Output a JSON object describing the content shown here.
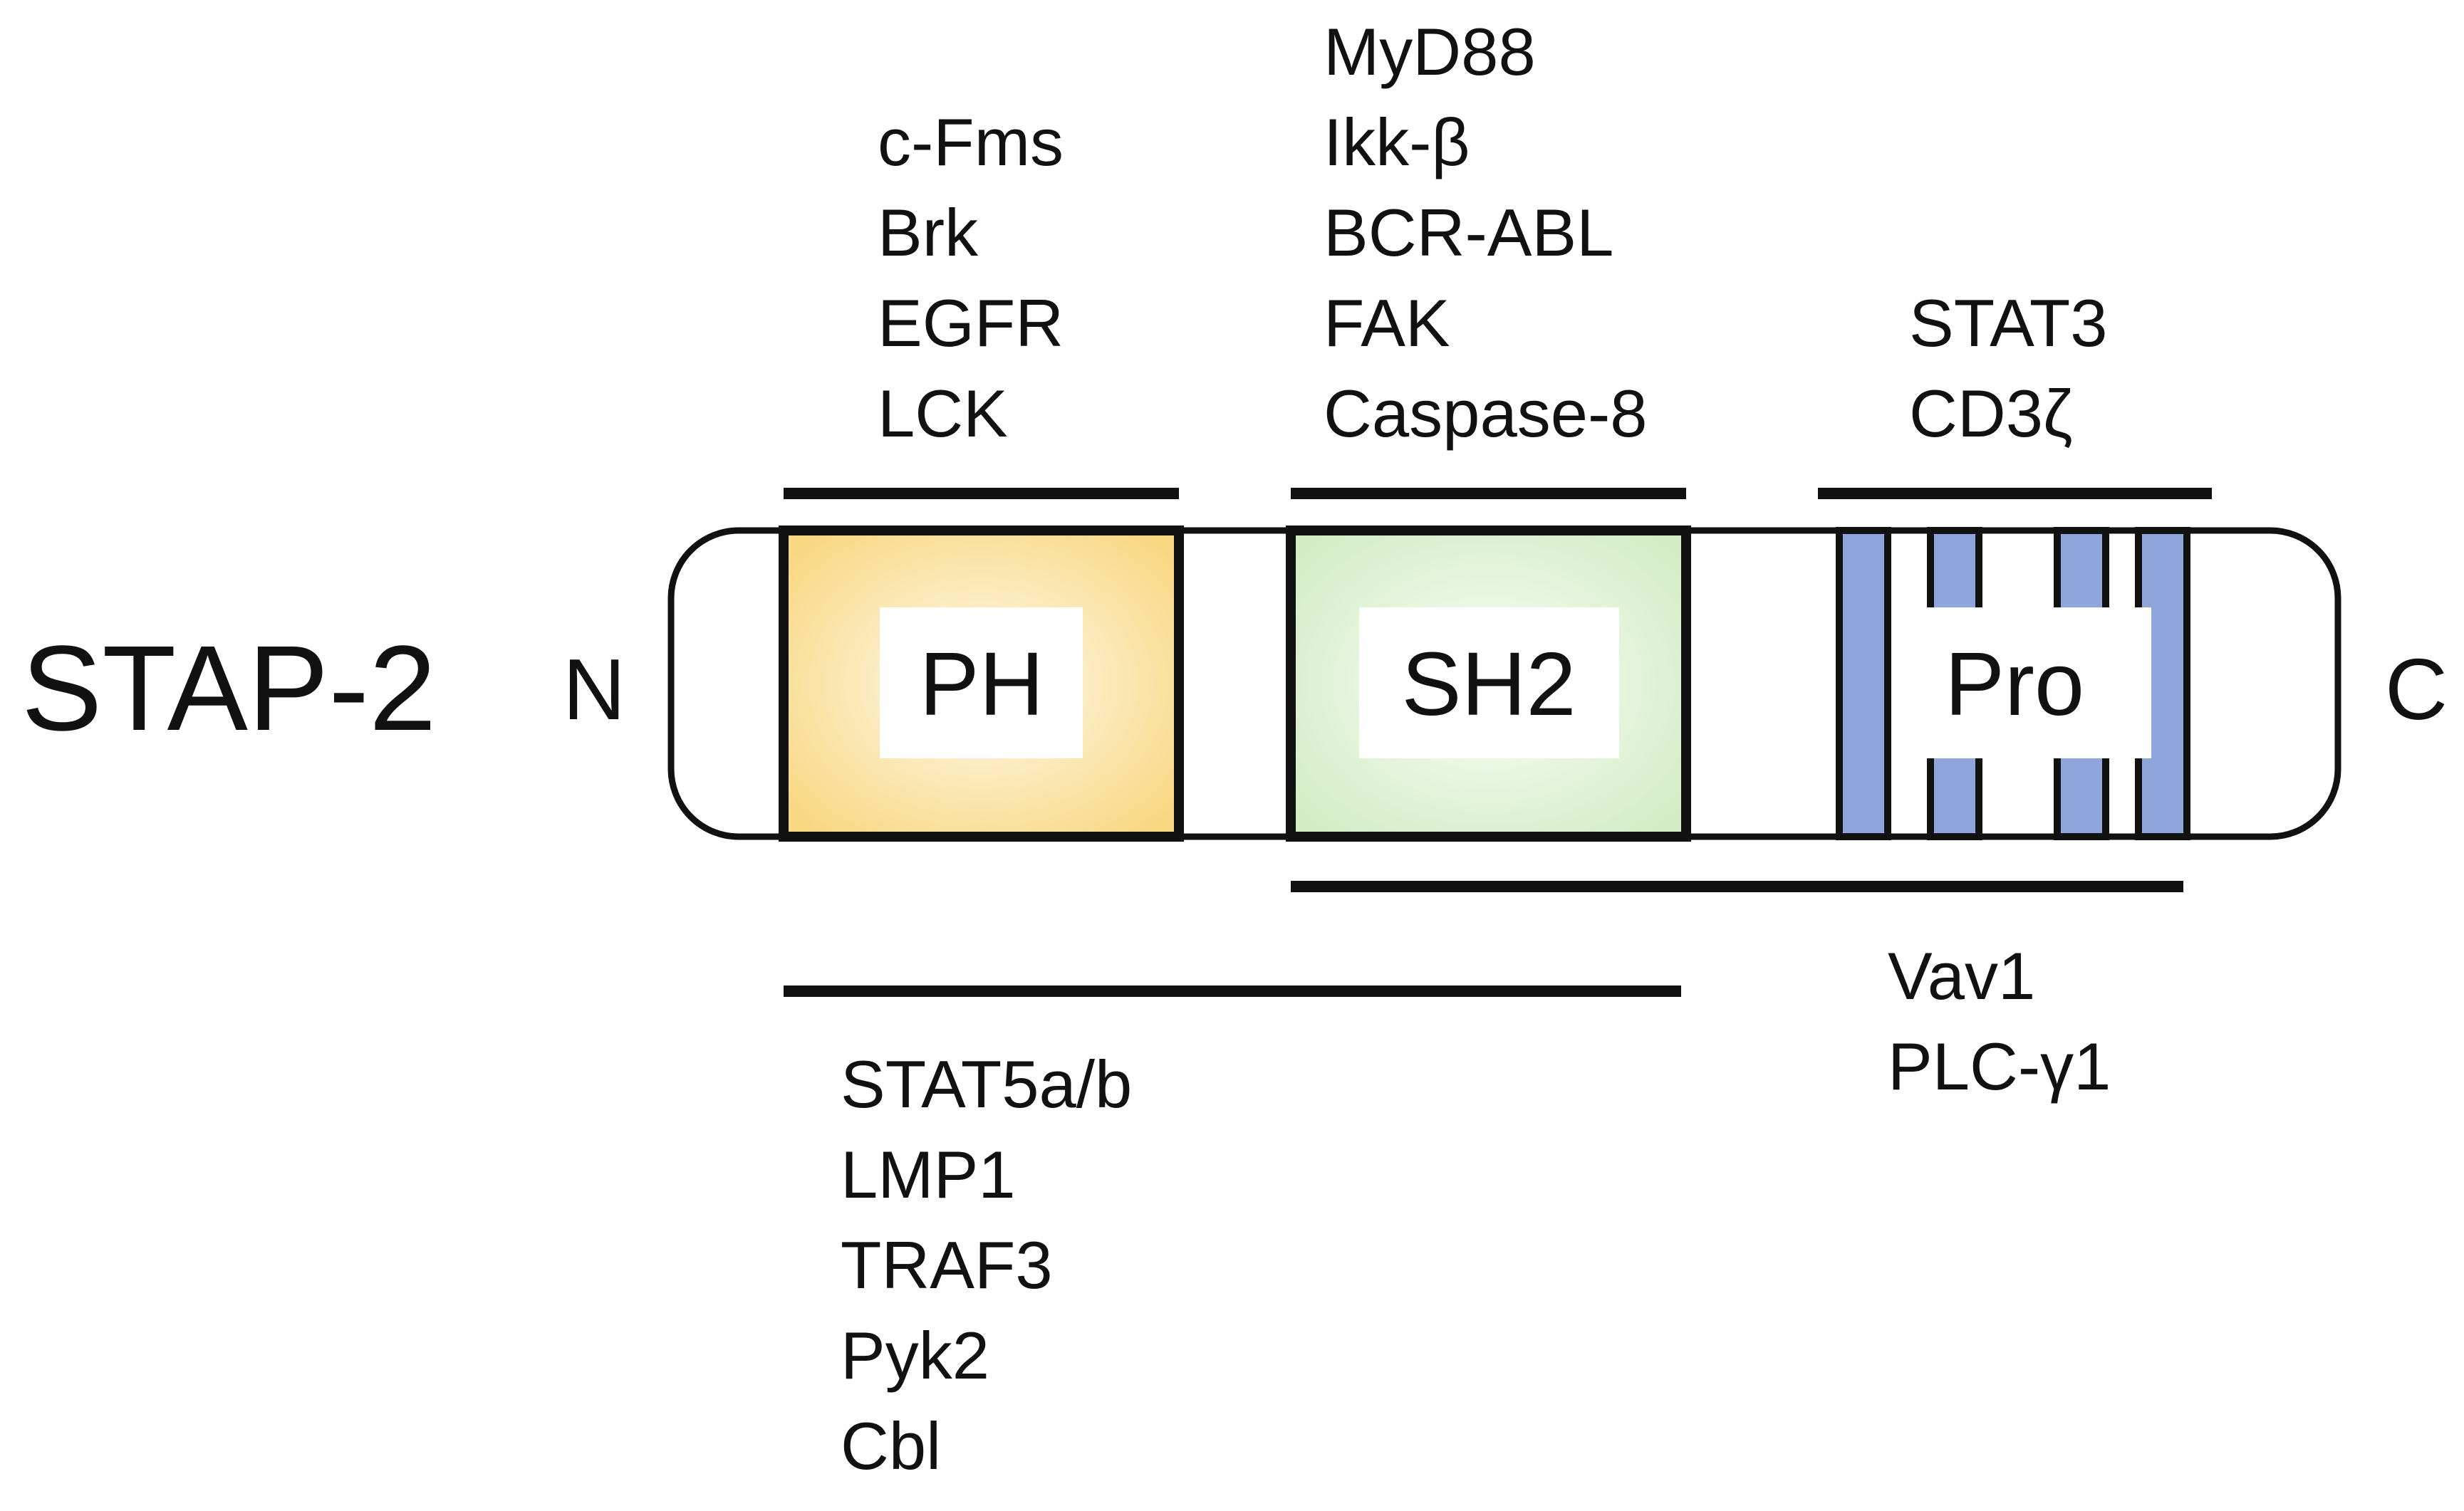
{
  "protein": {
    "name": "STAP-2",
    "n_terminus": "N",
    "c_terminus": "C"
  },
  "domains": {
    "ph": {
      "label": "PH",
      "color": "#f7d77f"
    },
    "sh2": {
      "label": "SH2",
      "color": "#d2ecc4"
    },
    "pro": {
      "label": "Pro",
      "stripe_color": "#8ea6dc"
    }
  },
  "binding_partners": {
    "ph_top": [
      "c-Fms",
      "Brk",
      "EGFR",
      "LCK"
    ],
    "sh2_top": [
      "MyD88",
      "Ikk-β",
      "BCR-ABL",
      "FAK",
      "Caspase-8"
    ],
    "pro_top": [
      "STAT3",
      "CD3ζ"
    ],
    "ph_sh2_bottom": [
      "STAT5a/b",
      "LMP1",
      "TRAF3",
      "Pyk2",
      "Cbl"
    ],
    "sh2_pro_bottom": [
      "Vav1",
      "PLC-γ1"
    ]
  }
}
